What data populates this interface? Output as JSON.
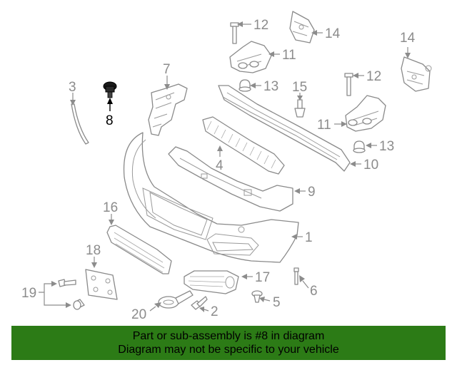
{
  "diagram": {
    "highlighted_callout": "8",
    "callouts": [
      {
        "id": "c1",
        "label": "1"
      },
      {
        "id": "c2",
        "label": "2"
      },
      {
        "id": "c3",
        "label": "3"
      },
      {
        "id": "c4",
        "label": "4"
      },
      {
        "id": "c5",
        "label": "5"
      },
      {
        "id": "c6",
        "label": "6"
      },
      {
        "id": "c7",
        "label": "7"
      },
      {
        "id": "c8",
        "label": "8"
      },
      {
        "id": "c9",
        "label": "9"
      },
      {
        "id": "c10",
        "label": "10"
      },
      {
        "id": "c11a",
        "label": "11"
      },
      {
        "id": "c11b",
        "label": "11"
      },
      {
        "id": "c12a",
        "label": "12"
      },
      {
        "id": "c12b",
        "label": "12"
      },
      {
        "id": "c13a",
        "label": "13"
      },
      {
        "id": "c13b",
        "label": "13"
      },
      {
        "id": "c14a",
        "label": "14"
      },
      {
        "id": "c14b",
        "label": "14"
      },
      {
        "id": "c15",
        "label": "15"
      },
      {
        "id": "c16",
        "label": "16"
      },
      {
        "id": "c17",
        "label": "17"
      },
      {
        "id": "c18",
        "label": "18"
      },
      {
        "id": "c19",
        "label": "19"
      },
      {
        "id": "c20",
        "label": "20"
      }
    ]
  },
  "footer": {
    "line1": "Part or sub-assembly is #8 in diagram",
    "line2": "Diagram may not be specific to your vehicle",
    "background_color": "#2c7b16"
  }
}
